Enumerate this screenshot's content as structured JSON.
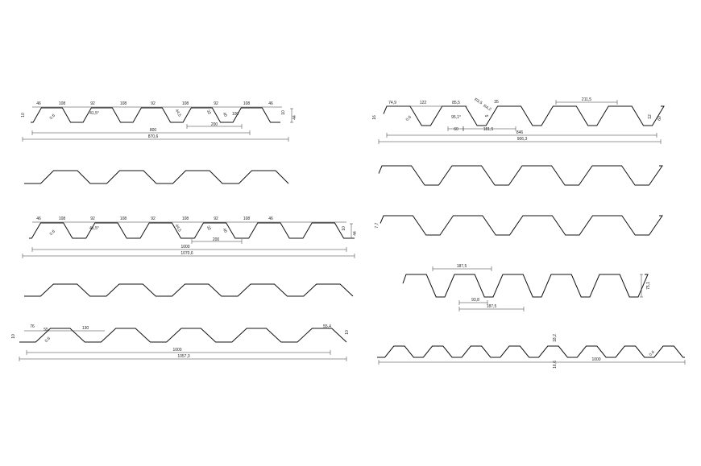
{
  "background": "#ffffff",
  "line_color": "#111111",
  "drawings": [
    {
      "name": "profile-a-dimensioned",
      "labels": [
        "46",
        "108",
        "92",
        "108",
        "92",
        "108",
        "92",
        "108",
        "46",
        "41,5°",
        "0,6",
        "800",
        "200",
        "100",
        "870,6",
        "10",
        "44",
        "44,5",
        "32",
        "40",
        "10"
      ]
    },
    {
      "name": "profile-a-outline",
      "labels": []
    },
    {
      "name": "profile-b-dimensioned",
      "labels": [
        "46",
        "108",
        "92",
        "108",
        "92",
        "108",
        "92",
        "108",
        "46",
        "41,5°",
        "0,6",
        "1000",
        "200",
        "1070,6",
        "10",
        "44",
        "44,5",
        "32",
        "40"
      ]
    },
    {
      "name": "profile-b-outline",
      "labels": []
    },
    {
      "name": "profile-c-dimensioned",
      "labels": [
        "76",
        "55",
        "130",
        "1000",
        "1057,3",
        "55,4",
        "10",
        "10",
        "0,6"
      ]
    },
    {
      "name": "profile-d-dimensioned",
      "labels": [
        "74,9",
        "122",
        "85,5",
        "R3,5",
        "35",
        "0,6",
        "95,1°",
        "60",
        "5",
        "181,5",
        "846",
        "906,3",
        "211,5",
        "16",
        "60",
        "12",
        "R4,2"
      ]
    },
    {
      "name": "profile-d-outline",
      "labels": []
    },
    {
      "name": "profile-e-outline",
      "labels": [
        "7,7"
      ]
    },
    {
      "name": "profile-f-dimensioned",
      "labels": [
        "187,5",
        "187,5",
        "93,8",
        "75,1"
      ]
    },
    {
      "name": "profile-g-dimensioned",
      "labels": [
        "1000",
        "18,2",
        "16,6",
        "0,6"
      ]
    }
  ]
}
